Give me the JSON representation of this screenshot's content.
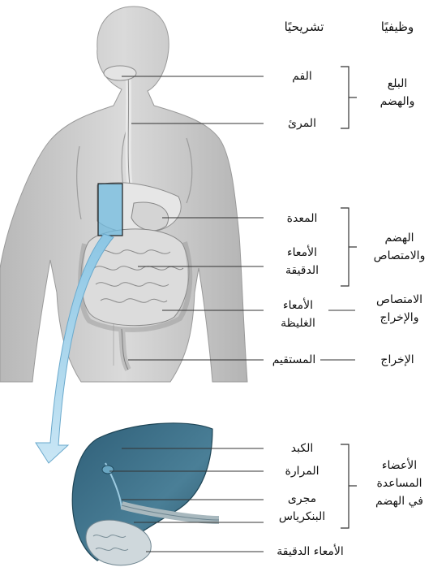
{
  "headers": {
    "functional": "وظيفيًا",
    "anatomical": "تشريحيًا"
  },
  "groups": [
    {
      "function_lines": [
        "البلع",
        "والهضم"
      ],
      "organs": [
        {
          "lines": [
            "الفم"
          ]
        },
        {
          "lines": [
            "المرئ"
          ]
        }
      ]
    },
    {
      "function_lines": [
        "الهضم",
        "والامتصاص"
      ],
      "organs": [
        {
          "lines": [
            "المعدة"
          ]
        },
        {
          "lines": [
            "الأمعاء",
            "الدقيقة"
          ]
        }
      ]
    },
    {
      "function_lines": [
        "الامتصاص",
        "والإخراج"
      ],
      "organs": [
        {
          "lines": [
            "الأمعاء",
            "الغليظة"
          ]
        }
      ]
    },
    {
      "function_lines": [
        "الإخراج"
      ],
      "organs": [
        {
          "lines": [
            "المستقيم"
          ]
        }
      ]
    },
    {
      "function_lines": [
        "الأعضاء",
        "المساعدة",
        "في الهضم"
      ],
      "organs": [
        {
          "lines": [
            "الكبد"
          ]
        },
        {
          "lines": [
            "المرارة"
          ]
        },
        {
          "lines": [
            "مجرى",
            "البنكرياس"
          ]
        },
        {
          "lines": [
            "الأمعاء الدقيقة"
          ]
        }
      ]
    }
  ],
  "colors": {
    "skin": "#cfcfcf",
    "skin_shadow": "#a8a8a8",
    "liver": "#3d6f86",
    "arrow": "#a9d3ea",
    "highlight": "#6fb9de"
  }
}
